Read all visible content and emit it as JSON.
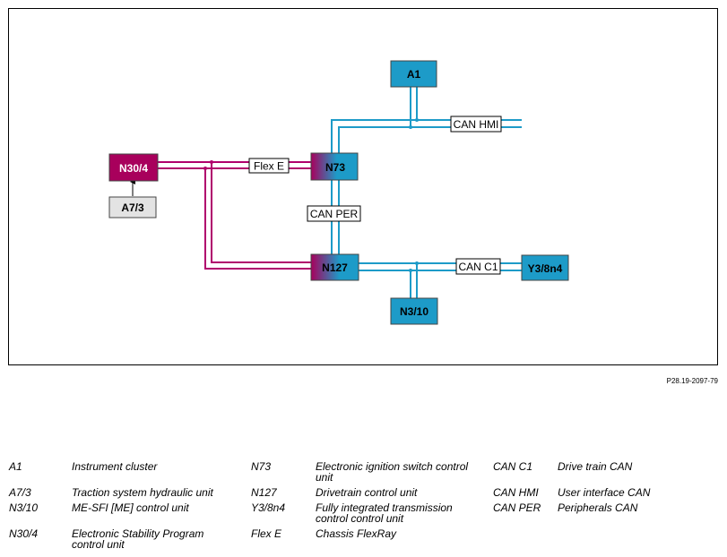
{
  "diagram": {
    "nodes": {
      "a1": "A1",
      "n30_4": "N30/4",
      "a7_3": "A7/3",
      "n73": "N73",
      "n127": "N127",
      "y3_8n4": "Y3/8n4",
      "n3_10": "N3/10"
    },
    "bus_labels": {
      "can_hmi": "CAN HMI",
      "flex_e": "Flex E",
      "can_per": "CAN PER",
      "can_c1": "CAN C1"
    },
    "colors": {
      "can": "#1d9bc8",
      "flexray": "#b0006d",
      "flexray_node": "#a8005c",
      "can_node": "#1d9bc8",
      "input_node": "#e3e3e3"
    }
  },
  "reference": "P28.19-2097-79",
  "legend": {
    "col1": [
      {
        "code": "A1",
        "desc": "Instrument cluster"
      },
      {
        "code": "A7/3",
        "desc": "Traction system hydraulic unit"
      },
      {
        "code": "N3/10",
        "desc": "ME-SFI [ME] control unit"
      },
      {
        "code": "N30/4",
        "desc_lines": [
          "Electronic Stability Program",
          "control unit"
        ]
      }
    ],
    "col2": [
      {
        "code": "N73",
        "desc_lines": [
          "Electronic ignition switch control",
          "unit"
        ]
      },
      {
        "code": "N127",
        "desc": "Drivetrain control unit"
      },
      {
        "code": "Y3/8n4",
        "desc_lines": [
          "Fully integrated transmission",
          "control control unit"
        ]
      },
      {
        "code": "Flex E",
        "desc": "Chassis FlexRay"
      }
    ],
    "col3": [
      {
        "code": "CAN C1",
        "desc": "Drive train CAN"
      },
      {
        "code": "CAN HMI",
        "desc": "User interface CAN"
      },
      {
        "code": "CAN PER",
        "desc": "Peripherals CAN"
      }
    ]
  }
}
